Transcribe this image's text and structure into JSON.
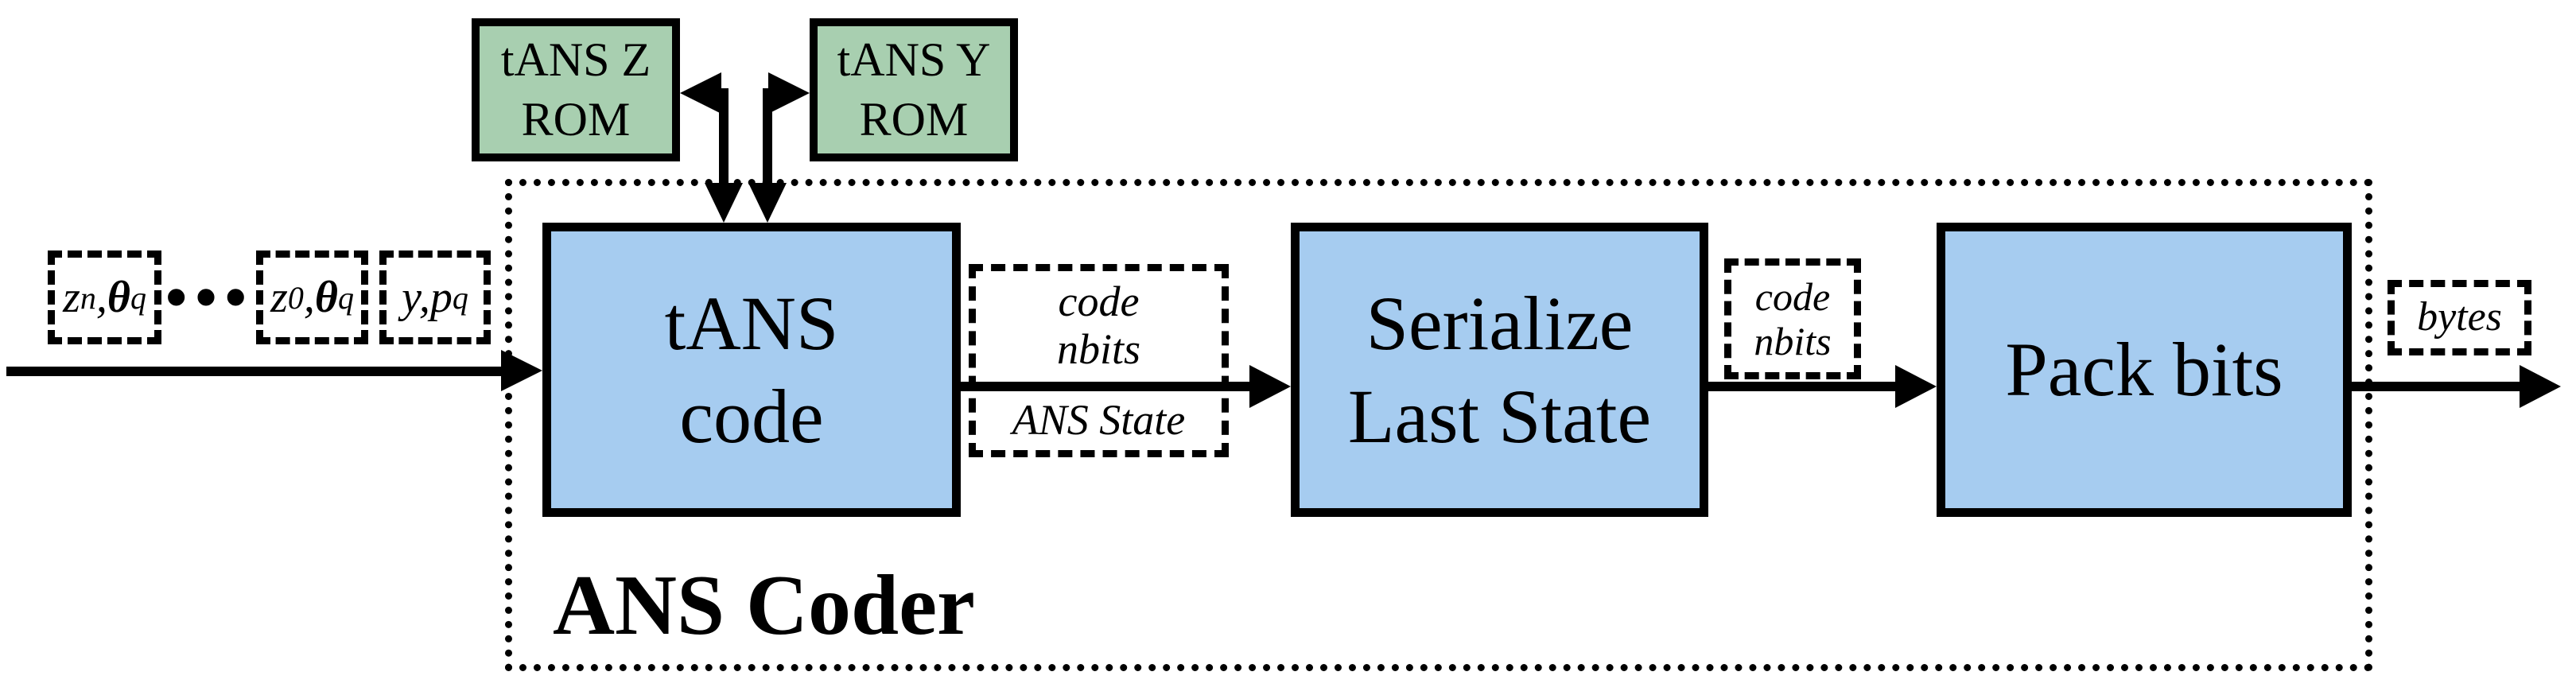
{
  "diagram": {
    "container_label": "ANS Coder",
    "colors": {
      "rom_fill": "#a8cfb0",
      "block_fill": "#a6ccf0",
      "line": "#000000",
      "background": "#ffffff"
    },
    "rom_boxes": [
      {
        "line1": "tANS Z",
        "line2": "ROM"
      },
      {
        "line1": "tANS Y",
        "line2": "ROM"
      }
    ],
    "blocks": [
      {
        "line1": "tANS",
        "line2": "code"
      },
      {
        "line1": "Serialize",
        "line2": "Last State"
      },
      {
        "line1": "Pack bits"
      }
    ],
    "signals": {
      "state_box": {
        "line1": "code",
        "line2": "nbits",
        "line3": "ANS State"
      },
      "nbits_box": {
        "line1": "code",
        "line2": "nbits"
      },
      "output_box": {
        "label": "bytes"
      }
    },
    "inputs": {
      "zn": {
        "base": "z",
        "sub": "n",
        "sep": ",",
        "theta": "θ",
        "theta_sub": "q"
      },
      "z0": {
        "base": "z",
        "sub": "0",
        "sep": ",",
        "theta": "θ",
        "theta_sub": "q"
      },
      "ypq": {
        "base": "y,p",
        "sub": "q"
      },
      "ellipsis": "•••"
    }
  }
}
